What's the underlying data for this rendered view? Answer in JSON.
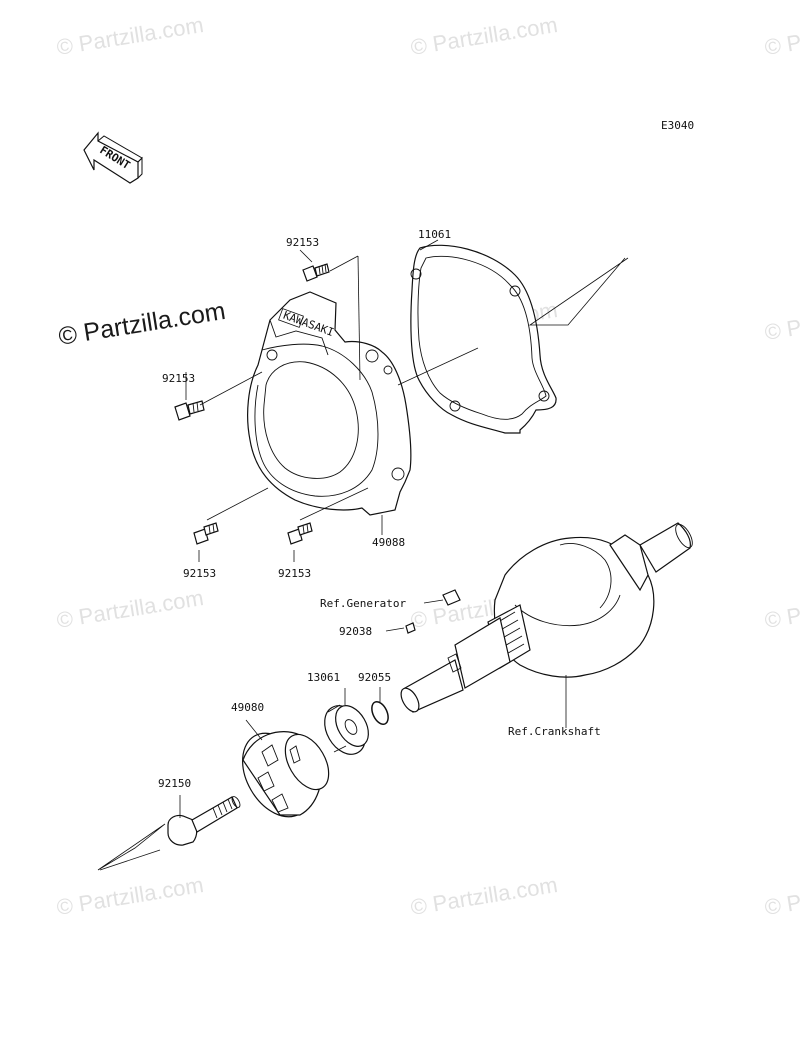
{
  "diagram_code": "E3040",
  "front_label": "FRONT",
  "cover_stamp": "KAWASAKI",
  "watermark": "© Partzilla.com",
  "parts": {
    "p92153_top": "92153",
    "p11061": "11061",
    "p92153_left": "92153",
    "p49088": "49088",
    "p92153_bl": "92153",
    "p92153_bm": "92153",
    "ref_generator": "Ref.Generator",
    "p92038": "92038",
    "p92055": "92055",
    "p13061": "13061",
    "p49080": "49080",
    "ref_crankshaft": "Ref.Crankshaft",
    "p92150": "92150"
  }
}
